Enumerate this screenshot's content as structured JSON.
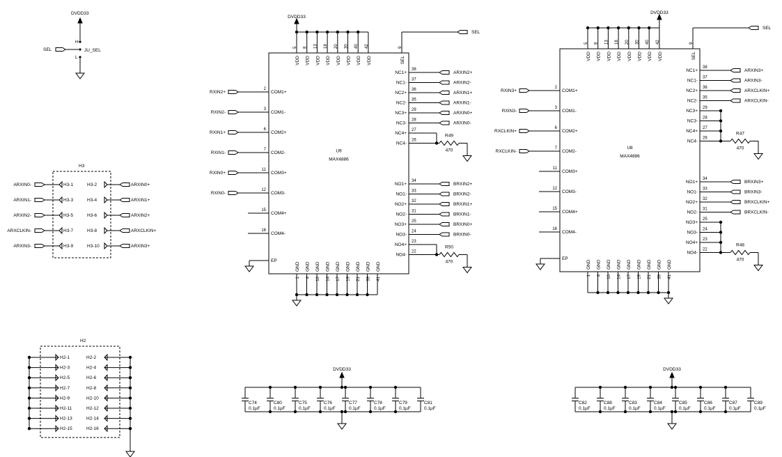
{
  "power": {
    "net": "DVDD33"
  },
  "jumper": {
    "ref": "JU_SEL",
    "net": "SEL",
    "hi": "H",
    "lo": "L"
  },
  "h3": {
    "ref": "H3",
    "rows": [
      {
        "left_net": "ARXIN0-",
        "left_pin": "H3-1",
        "right_pin": "H3-2",
        "right_net": "ARXIN0+"
      },
      {
        "left_net": "ARXIN1-",
        "left_pin": "H3-3",
        "right_pin": "H3-4",
        "right_net": "ARXIN1+"
      },
      {
        "left_net": "ARXIN2-",
        "left_pin": "H3-5",
        "right_pin": "H3-6",
        "right_net": "ARXIN2+"
      },
      {
        "left_net": "ARXCLKIN-",
        "left_pin": "H3-7",
        "right_pin": "H3-8",
        "right_net": "ARXCLKIN+"
      },
      {
        "left_net": "ARXIN3-",
        "left_pin": "H3-9",
        "right_pin": "H3-10",
        "right_net": "ARXIN3+"
      }
    ]
  },
  "h2": {
    "ref": "H2",
    "rows": [
      {
        "left_pin": "H2-1",
        "right_pin": "H2-2"
      },
      {
        "left_pin": "H2-3",
        "right_pin": "H2-4"
      },
      {
        "left_pin": "H2-5",
        "right_pin": "H2-6"
      },
      {
        "left_pin": "H2-7",
        "right_pin": "H2-8"
      },
      {
        "left_pin": "H2-9",
        "right_pin": "H2-10"
      },
      {
        "left_pin": "H2-11",
        "right_pin": "H2-12"
      },
      {
        "left_pin": "H2-13",
        "right_pin": "H2-14"
      },
      {
        "left_pin": "H2-15",
        "right_pin": "H2-16"
      }
    ]
  },
  "u9": {
    "ref": "U9",
    "part": "MAX4886",
    "vdd_pins": [
      "5",
      "8",
      "13",
      "18",
      "20",
      "30",
      "40",
      "42"
    ],
    "vdd_label": "VDD",
    "sel_pin": "9",
    "sel_label": "SEL",
    "sel_net": "SEL",
    "gnd_pins": [
      "1",
      "4",
      "10",
      "14",
      "17",
      "19",
      "21",
      "39",
      "41"
    ],
    "gnd_label": "GND",
    "ep_label": "EP",
    "left_pins": [
      {
        "num": "2",
        "name": "COM1+",
        "net": "RXIN2+"
      },
      {
        "num": "3",
        "name": "COM1-",
        "net": "RXIN2-"
      },
      {
        "num": "6",
        "name": "COM2+",
        "net": "RXIN1+"
      },
      {
        "num": "7",
        "name": "COM2-",
        "net": "RXIN1-"
      },
      {
        "num": "11",
        "name": "COM3+",
        "net": "RXIN0+"
      },
      {
        "num": "12",
        "name": "COM3-",
        "net": "RXIN0-"
      },
      {
        "num": "15",
        "name": "COM4+",
        "net": ""
      },
      {
        "num": "16",
        "name": "COM4-",
        "net": ""
      }
    ],
    "right_nc": [
      {
        "num": "38",
        "name": "NC1+",
        "net": "ARXIN2+"
      },
      {
        "num": "37",
        "name": "NC1-",
        "net": "ARXIN2-"
      },
      {
        "num": "36",
        "name": "NC2+",
        "net": "ARXIN1+"
      },
      {
        "num": "35",
        "name": "NC2-",
        "net": "ARXIN1-"
      },
      {
        "num": "29",
        "name": "NC3+",
        "net": "ARXIN0+"
      },
      {
        "num": "28",
        "name": "NC3-",
        "net": "ARXIN0-"
      },
      {
        "num": "27",
        "name": "NC4+",
        "net": ""
      },
      {
        "num": "26",
        "name": "NC4-",
        "net": ""
      }
    ],
    "right_no": [
      {
        "num": "34",
        "name": "NO1+",
        "net": "BRXIN2+"
      },
      {
        "num": "33",
        "name": "NO1-",
        "net": "BRXIN2-"
      },
      {
        "num": "32",
        "name": "NO2+",
        "net": "BRXIN1+"
      },
      {
        "num": "31",
        "name": "NO2-",
        "net": "BRXIN1-"
      },
      {
        "num": "25",
        "name": "NO3+",
        "net": "BRXIN0+"
      },
      {
        "num": "24",
        "name": "NO3-",
        "net": "BRXIN0-"
      },
      {
        "num": "23",
        "name": "NO4+",
        "net": ""
      },
      {
        "num": "22",
        "name": "NO4-",
        "net": ""
      }
    ],
    "r_nc": {
      "ref": "R49",
      "value": "470"
    },
    "r_no": {
      "ref": "R50",
      "value": "470"
    }
  },
  "u8": {
    "ref": "U8",
    "part": "MAX4886",
    "vdd_pins": [
      "5",
      "8",
      "13",
      "18",
      "20",
      "30",
      "40",
      "42"
    ],
    "vdd_label": "VDD",
    "sel_pin": "9",
    "sel_label": "SEL",
    "sel_net": "SEL",
    "gnd_pins": [
      "1",
      "4",
      "10",
      "14",
      "17",
      "19",
      "21",
      "39",
      "41"
    ],
    "gnd_label": "GND",
    "ep_label": "EP",
    "left_pins": [
      {
        "num": "2",
        "name": "COM1+",
        "net": "RXIN3+"
      },
      {
        "num": "3",
        "name": "COM1-",
        "net": "RXIN3-"
      },
      {
        "num": "6",
        "name": "COM2+",
        "net": "RXCLKIN+"
      },
      {
        "num": "7",
        "name": "COM2-",
        "net": "RXCLKIN-"
      },
      {
        "num": "11",
        "name": "COM3+",
        "net": ""
      },
      {
        "num": "12",
        "name": "COM3-",
        "net": ""
      },
      {
        "num": "15",
        "name": "COM4+",
        "net": ""
      },
      {
        "num": "16",
        "name": "COM4-",
        "net": ""
      }
    ],
    "right_nc": [
      {
        "num": "38",
        "name": "NC1+",
        "net": "ARXIN3+"
      },
      {
        "num": "37",
        "name": "NC1-",
        "net": "ARXIN3-"
      },
      {
        "num": "36",
        "name": "NC2+",
        "net": "ARXCLKIN+"
      },
      {
        "num": "35",
        "name": "NC2-",
        "net": "ARXCLKIN-"
      },
      {
        "num": "29",
        "name": "NC3+",
        "net": ""
      },
      {
        "num": "28",
        "name": "NC3-",
        "net": ""
      },
      {
        "num": "27",
        "name": "NC4+",
        "net": ""
      },
      {
        "num": "26",
        "name": "NC4-",
        "net": ""
      }
    ],
    "right_no": [
      {
        "num": "34",
        "name": "NO1+",
        "net": "BRXIN3+"
      },
      {
        "num": "33",
        "name": "NO1-",
        "net": "BRXIN3-"
      },
      {
        "num": "32",
        "name": "NO2+",
        "net": "BRXCLKIN+"
      },
      {
        "num": "31",
        "name": "NO2-",
        "net": "BRXCLKIN-"
      },
      {
        "num": "25",
        "name": "NO3+",
        "net": ""
      },
      {
        "num": "24",
        "name": "NO3-",
        "net": ""
      },
      {
        "num": "23",
        "name": "NO4+",
        "net": ""
      },
      {
        "num": "22",
        "name": "NO4-",
        "net": ""
      }
    ],
    "r_nc": {
      "ref": "R47",
      "value": "470"
    },
    "r_no": {
      "ref": "R48",
      "value": "470"
    }
  },
  "caps_left": {
    "net": "DVDD33",
    "caps": [
      {
        "ref": "C74",
        "value": "0.1µF"
      },
      {
        "ref": "C80",
        "value": "0.1µF"
      },
      {
        "ref": "C75",
        "value": "0.1µF"
      },
      {
        "ref": "C76",
        "value": "0.1µF"
      },
      {
        "ref": "C77",
        "value": "0.1µF"
      },
      {
        "ref": "C78",
        "value": "0.1µF"
      },
      {
        "ref": "C79",
        "value": "0.1µF"
      },
      {
        "ref": "C81",
        "value": "0.1µF"
      }
    ]
  },
  "caps_right": {
    "net": "DVDD33",
    "caps": [
      {
        "ref": "C82",
        "value": "0.1µF"
      },
      {
        "ref": "C88",
        "value": "0.1µF"
      },
      {
        "ref": "C83",
        "value": "0.1µF"
      },
      {
        "ref": "C84",
        "value": "0.1µF"
      },
      {
        "ref": "C85",
        "value": "0.1µF"
      },
      {
        "ref": "C86",
        "value": "0.1µF"
      },
      {
        "ref": "C87",
        "value": "0.1µF"
      },
      {
        "ref": "C89",
        "value": "0.1µF"
      }
    ]
  }
}
